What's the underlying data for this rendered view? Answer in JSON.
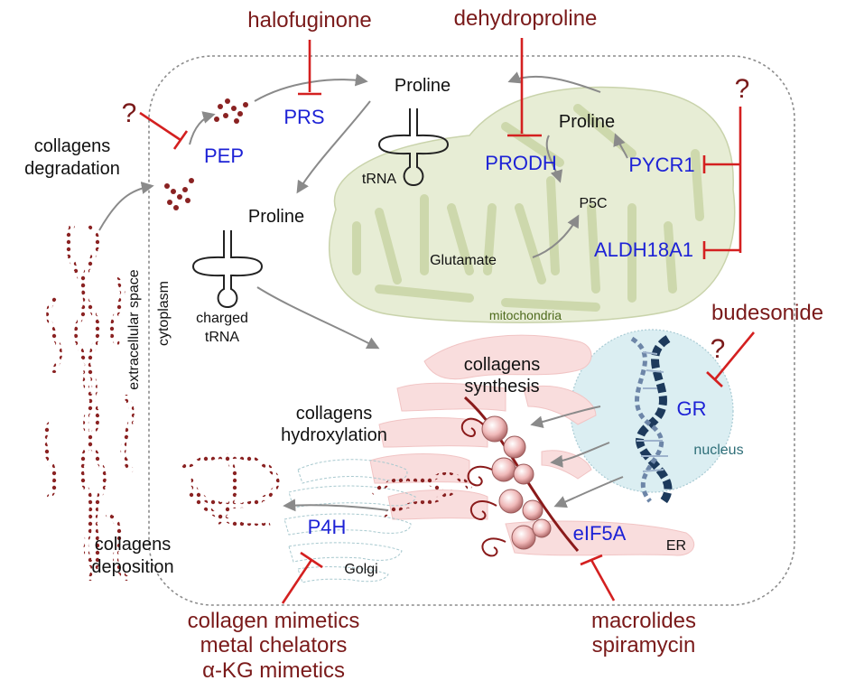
{
  "drugs": {
    "halofuginone": "halofuginone",
    "dehydroproline": "dehydroproline",
    "budesonide": "budesonide",
    "p4h_inhibitors": [
      "collagen mimetics",
      "metal chelators",
      "α-KG mimetics"
    ],
    "eif5a_inhibitors": [
      "macrolides",
      "spiramycin"
    ]
  },
  "unknowns": {
    "pep": "?",
    "mito": "?",
    "gr": "?"
  },
  "enzymes": {
    "prs": "PRS",
    "pep": "PEP",
    "prodh": "PRODH",
    "pycr1": "PYCR1",
    "aldh18a1": "ALDH18A1",
    "gr": "GR",
    "p4h": "P4H",
    "eif5a": "eIF5A"
  },
  "metabolites": {
    "proline_top": "Proline",
    "proline_mito": "Proline",
    "proline_charged": "Proline",
    "p5c": "P5C",
    "glutamate": "Glutamate",
    "trna": "tRNA",
    "charged_trna": [
      "charged",
      "tRNA"
    ]
  },
  "processes": {
    "degradation": [
      "collagens",
      "degradation"
    ],
    "synthesis": [
      "collagens",
      "synthesis"
    ],
    "hydroxylation": [
      "collagens",
      "hydroxylation"
    ],
    "deposition": [
      "collagens",
      "deposition"
    ]
  },
  "compartments": {
    "extracellular": "extracellular space",
    "cytoplasm": "cytoplasm",
    "mitochondria": "mitochondria",
    "nucleus": "nucleus",
    "er": "ER",
    "golgi": "Golgi"
  },
  "colors": {
    "drug": "#7a1a1a",
    "inhibition": "#d42020",
    "enzyme": "#1d22d6",
    "collagen": "#8a2222",
    "mito_fill": "#e6ecd3",
    "nucleus_fill": "#dbeef2",
    "er_fill": "#f8dada"
  }
}
